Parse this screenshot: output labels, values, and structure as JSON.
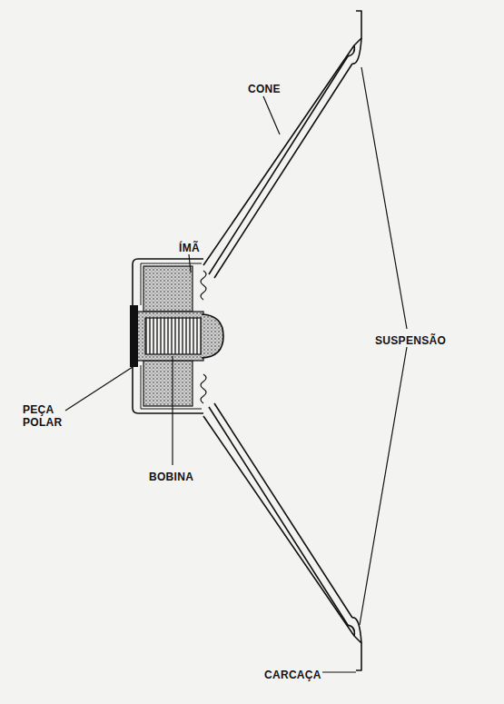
{
  "diagram": {
    "labels": [
      "CONE",
      "ÍMÃ",
      "SUSPENSÃO",
      "PEÇA POLAR",
      "BOBINA",
      "CARCAÇA"
    ]
  }
}
